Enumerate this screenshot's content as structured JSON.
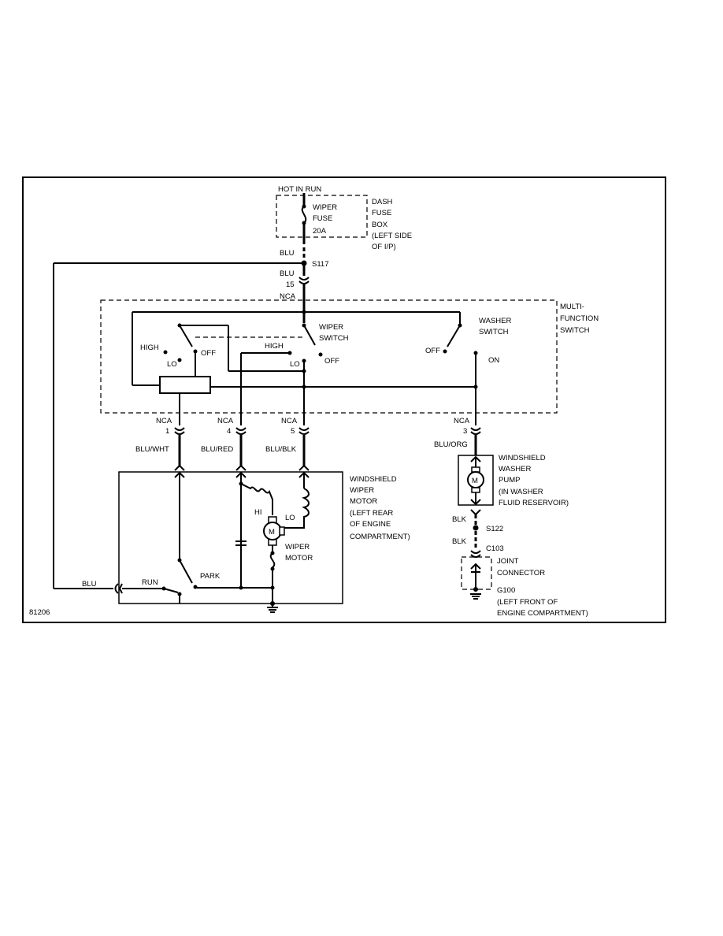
{
  "diagram_id": "81206",
  "power": {
    "hot_in_run": "HOT IN RUN"
  },
  "fuse_box": {
    "fuse_name": [
      "WIPER",
      "FUSE",
      "20A"
    ],
    "box_label": [
      "DASH",
      "FUSE",
      "BOX",
      "(LEFT SIDE",
      "OF I/P)"
    ]
  },
  "splices": {
    "s117": "S117",
    "s122": "S122"
  },
  "wires": {
    "blu_top": "BLU",
    "blu_conn": "BLU",
    "blu_left": "BLU",
    "blu_wht": "BLU/WHT",
    "blu_red": "BLU/RED",
    "blu_blk": "BLU/BLK",
    "blu_org": "BLU/ORG",
    "blk_1": "BLK",
    "blk_2": "BLK"
  },
  "connectors": {
    "nca": "NCA",
    "pin_15": "15",
    "pin_1": "1",
    "pin_4": "4",
    "pin_5": "5",
    "pin_3": "3",
    "c103": "C103"
  },
  "multi_function_switch": {
    "label": [
      "MULTI-",
      "FUNCTION",
      "SWITCH"
    ],
    "wiper_switch": [
      "WIPER",
      "SWITCH"
    ],
    "washer_switch": [
      "WASHER",
      "SWITCH"
    ],
    "high_1": "HIGH",
    "lo_1": "LO",
    "off_1": "OFF",
    "high_2": "HIGH",
    "lo_2": "LO",
    "off_2": "OFF",
    "off_washer": "OFF",
    "on_washer": "ON"
  },
  "wiper_motor": {
    "label": [
      "WINDSHIELD",
      "WIPER",
      "MOTOR",
      "(LEFT REAR",
      "OF ENGINE",
      "COMPARTMENT)"
    ],
    "motor_label": [
      "WIPER",
      "MOTOR"
    ],
    "motor_symbol": "M",
    "hi": "HI",
    "lo": "LO",
    "run": "RUN",
    "park": "PARK"
  },
  "washer_pump": {
    "label": [
      "WINDSHIELD",
      "WASHER",
      "PUMP",
      "(IN WASHER",
      "FLUID RESERVOIR)"
    ],
    "motor_symbol": "M"
  },
  "joint_connector": {
    "label": [
      "JOINT",
      "CONNECTOR"
    ]
  },
  "ground": {
    "label": [
      "G100",
      "(LEFT FRONT OF",
      "ENGINE COMPARTMENT)"
    ]
  }
}
